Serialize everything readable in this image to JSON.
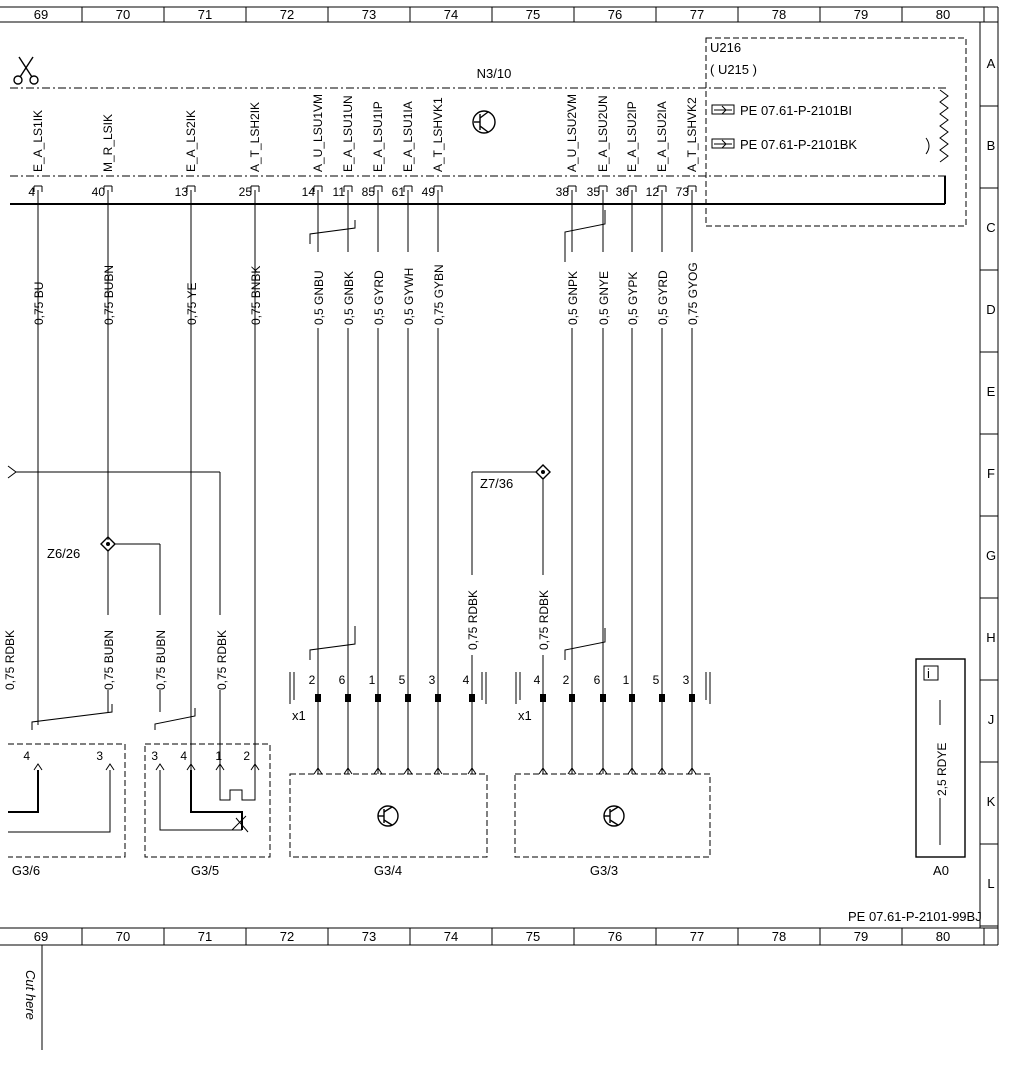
{
  "grid_columns": [
    "69",
    "70",
    "71",
    "72",
    "73",
    "74",
    "75",
    "76",
    "77",
    "78",
    "79",
    "80"
  ],
  "grid_rows": [
    "A",
    "B",
    "C",
    "D",
    "E",
    "F",
    "G",
    "H",
    "J",
    "K",
    "L"
  ],
  "module": {
    "name": "N3/10",
    "variant_1": "U216",
    "variant_2": "( U215 )",
    "ref_1": "PE 07.61-P-2101BI",
    "ref_2": "PE 07.61-P-2101BK"
  },
  "pins": [
    {
      "pin": "4",
      "signal": "E_A_LS1IK",
      "wire": "0,75 BU"
    },
    {
      "pin": "40",
      "signal": "M_R_LSIK",
      "wire": "0,75 BUBN"
    },
    {
      "pin": "13",
      "signal": "E_A_LS2IK",
      "wire": "0,75 YE"
    },
    {
      "pin": "25",
      "signal": "A_T_LSH2IK",
      "wire": "0,75 BNBK"
    },
    {
      "pin": "14",
      "signal": "A_U_LSU1VM",
      "wire": "0,5 GNBU"
    },
    {
      "pin": "11",
      "signal": "E_A_LSU1UN",
      "wire": "0,5 GNBK"
    },
    {
      "pin": "85",
      "signal": "E_A_LSU1IP",
      "wire": "0,5 GYRD"
    },
    {
      "pin": "61",
      "signal": "E_A_LSU1IA",
      "wire": "0,5 GYWH"
    },
    {
      "pin": "49",
      "signal": "A_T_LSHVK1",
      "wire": "0,75 GYBN"
    },
    {
      "pin": "38",
      "signal": "A_U_LSU2VM",
      "wire": "0,5 GNPK"
    },
    {
      "pin": "35",
      "signal": "E_A_LSU2UN",
      "wire": "0,5 GNYE"
    },
    {
      "pin": "36",
      "signal": "E_A_LSU2IP",
      "wire": "0,5 GYPK"
    },
    {
      "pin": "12",
      "signal": "E_A_LSU2IA",
      "wire": "0,5 GYRD"
    },
    {
      "pin": "73",
      "signal": "A_T_LSHVK2",
      "wire": "0,75 GYOG"
    }
  ],
  "splices": {
    "z6": "Z6/26",
    "z7": "Z7/36"
  },
  "lower_wires": {
    "z6_a": "0,75 BUBN",
    "z6_b": "0,75 BUBN",
    "rdbk_1": "0,75 RDBK",
    "rdbk_z7_a": "0,75 RDBK",
    "rdbk_z7_b": "0,75 RDBK",
    "left_cut": "0,75 RDBK"
  },
  "connector_x1_left": {
    "label": "x1",
    "pins": [
      "2",
      "6",
      "1",
      "5",
      "3",
      "4"
    ]
  },
  "connector_x1_right": {
    "label": "x1",
    "pins": [
      "4",
      "2",
      "6",
      "1",
      "5",
      "3"
    ]
  },
  "components": {
    "g36": "G3/6",
    "g36_pins": [
      "4",
      "3"
    ],
    "g35": "G3/5",
    "g35_pins": [
      "3",
      "4",
      "1",
      "2"
    ],
    "g34": "G3/4",
    "g33": "G3/3",
    "a0": "A0",
    "a0_wire": "2,5 RDYE",
    "a0_info": "i"
  },
  "footer_ref": "PE 07.61-P-2101-99BJ",
  "cut_here": "Cut here"
}
